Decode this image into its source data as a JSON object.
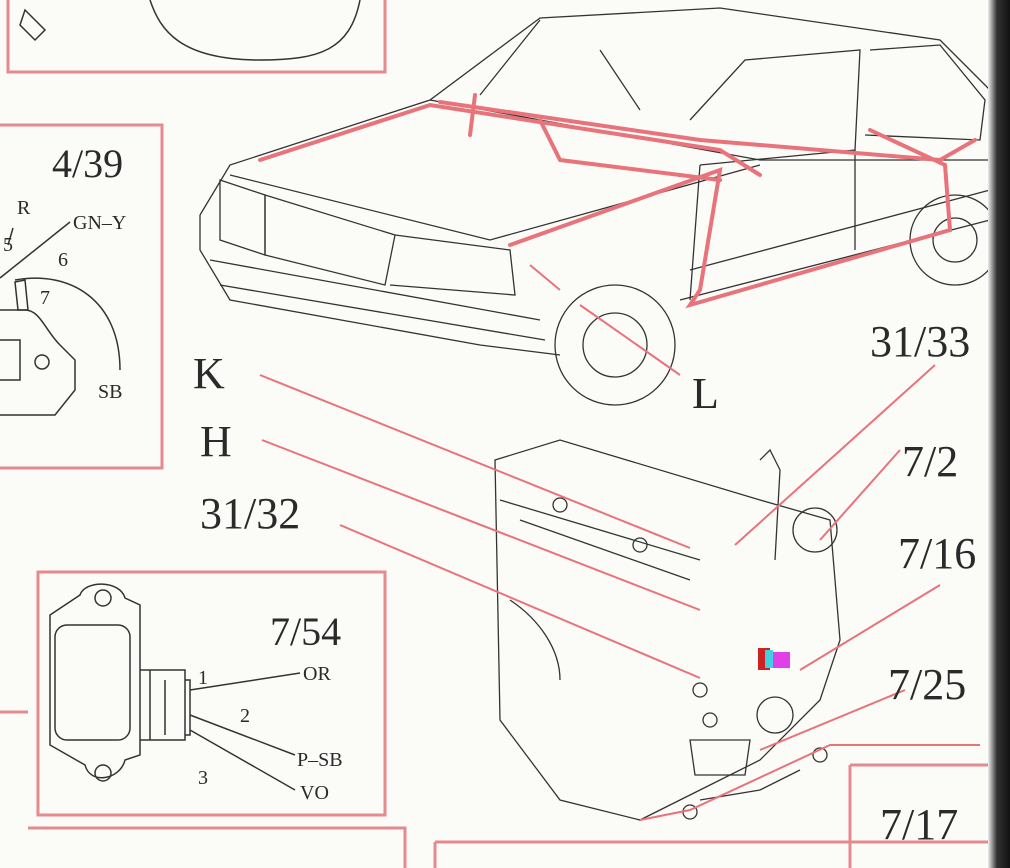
{
  "colors": {
    "wire": "#e8737a",
    "ink": "#2a2a2a",
    "paper": "#fbfbf8",
    "box": "#e58a8e"
  },
  "box_4_39": {
    "title": "4/39",
    "pins": [
      "R",
      "5",
      "GN–Y",
      "6",
      "7",
      "SB"
    ]
  },
  "box_7_54": {
    "title": "7/54",
    "pin1": "1",
    "wire1": "OR",
    "pin2": "2",
    "wire2": "P–SB",
    "pin3": "3",
    "wire3": "VO"
  },
  "callouts": {
    "k": "K",
    "h": "H",
    "l": "L",
    "c31_32": "31/32",
    "c31_33": "31/33",
    "c7_21": "7/2",
    "c7_16": "7/16",
    "c7_25": "7/25",
    "c7_17": "7/17"
  }
}
